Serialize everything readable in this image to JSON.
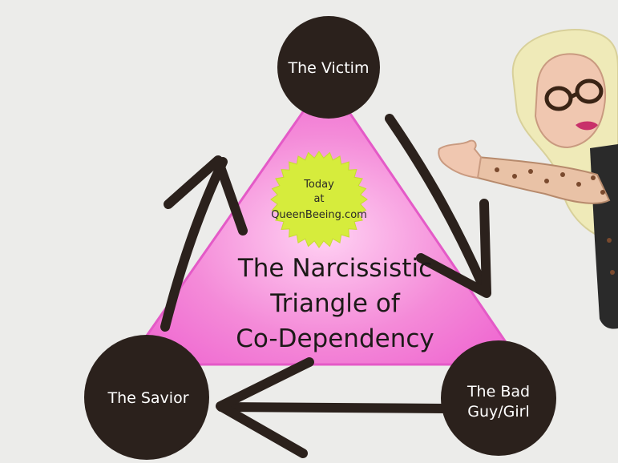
{
  "diagram": {
    "nodes": {
      "victim": {
        "label": "The Victim"
      },
      "savior": {
        "label": "The Savior"
      },
      "bad_guy": {
        "line1": "The Bad",
        "line2": "Guy/Girl"
      }
    },
    "badge": {
      "line1": "Today",
      "line2": "at",
      "line3": "QueenBeeing.com"
    },
    "title": {
      "line1": "The Narcissistic",
      "line2": "Triangle of",
      "line3": "Co-Dependency"
    }
  },
  "colors": {
    "background": "#ececea",
    "triangle": "#f37bd8",
    "node": "#2b211c",
    "badge": "#d6ec3c",
    "arrow": "#2b211c"
  }
}
